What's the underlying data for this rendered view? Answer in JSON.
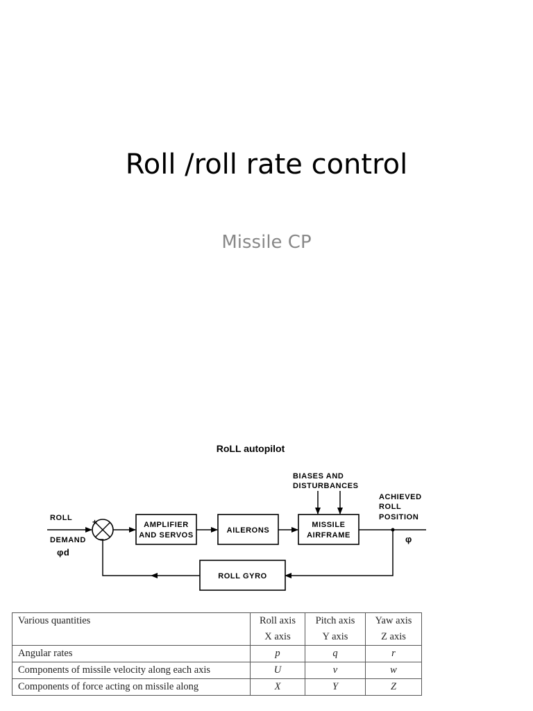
{
  "title": "Roll /roll rate  control",
  "subtitle": "Missile  CP",
  "diagram": {
    "caption": "RoLL  autopilot",
    "input_label": "ROLL",
    "demand_label": "DEMAND",
    "demand_symbol": "φd",
    "plus_sign": "+",
    "minus_sign": "–",
    "blocks": {
      "amplifier_line1": "AMPLIFIER",
      "amplifier_line2": "AND SERVOS",
      "ailerons": "AILERONS",
      "airframe_line1": "MISSILE",
      "airframe_line2": "AIRFRAME",
      "gyro": "ROLL GYRO"
    },
    "biases_line1": "BIASES AND",
    "biases_line2": "DISTURBANCES",
    "output_line1": "ACHIEVED",
    "output_line2": "ROLL",
    "output_line3": "POSITION",
    "output_symbol": "φ"
  },
  "table": {
    "headers": [
      "Various quantities",
      "Roll axis",
      "Pitch axis",
      "Yaw axis"
    ],
    "subheaders": [
      "",
      "X axis",
      "Y axis",
      "Z axis"
    ],
    "rows": [
      [
        "Angular rates",
        "p",
        "q",
        "r"
      ],
      [
        "Components of missile velocity along each axis",
        "U",
        "v",
        "w"
      ],
      [
        "Components of force acting on missile along",
        "X",
        "Y",
        "Z"
      ]
    ]
  }
}
